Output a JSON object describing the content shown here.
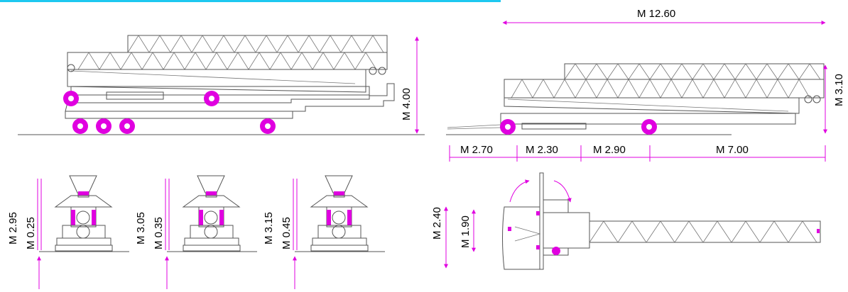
{
  "colors": {
    "accent_bar": "#1ec8f0",
    "dimension": "#e000e0",
    "line": "#555555",
    "background": "#ffffff"
  },
  "side_view_folded": {
    "height_label": "M 4.00"
  },
  "side_view_working": {
    "overall_length_label": "M 12.60",
    "height_label": "M 3.10",
    "segments": [
      "M 2.70",
      "M 2.30",
      "M 2.90",
      "M 7.00"
    ]
  },
  "front_views": [
    {
      "total_label": "M 2.95",
      "clearance_label": "M 0.25"
    },
    {
      "total_label": "M 3.05",
      "clearance_label": "M 0.35"
    },
    {
      "total_label": "M 3.15",
      "clearance_label": "M 0.45"
    }
  ],
  "top_view": {
    "width_label": "M 2.40",
    "inner_label": "M 1.90"
  }
}
